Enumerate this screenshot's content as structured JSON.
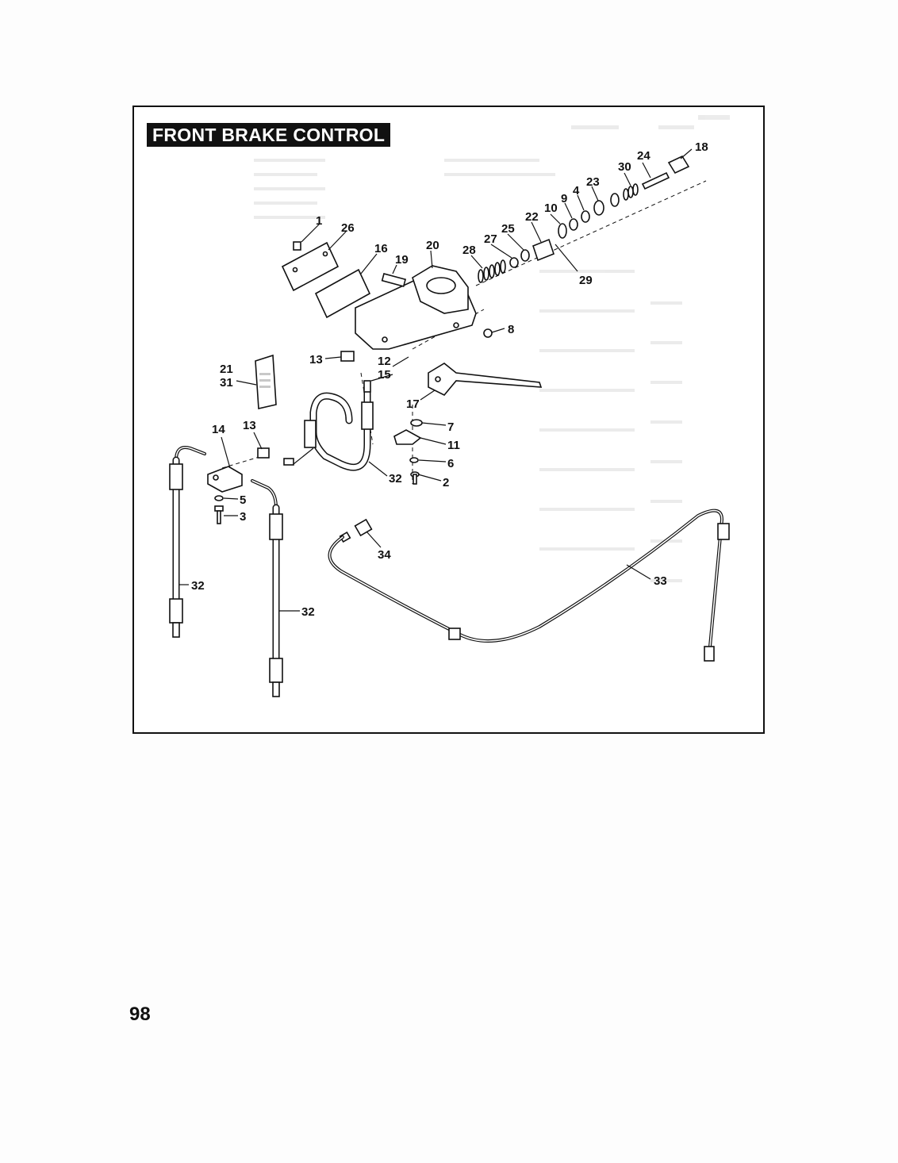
{
  "title": "FRONT BRAKE CONTROL",
  "page_number": "98",
  "callouts": {
    "c1": "1",
    "c26": "26",
    "c16": "16",
    "c19": "19",
    "c20": "20",
    "c28": "28",
    "c27": "27",
    "c25": "25",
    "c22": "22",
    "c10": "10",
    "c9": "9",
    "c4": "4",
    "c23": "23",
    "c30": "30",
    "c24": "24",
    "c18": "18",
    "c29": "29",
    "c8": "8",
    "c13a": "13",
    "c12": "12",
    "c15": "15",
    "c21": "21",
    "c31": "31",
    "c17": "17",
    "c14": "14",
    "c13b": "13",
    "c7": "7",
    "c11": "11",
    "c6": "6",
    "c2": "2",
    "c32a": "32",
    "c5": "5",
    "c3": "3",
    "c34": "34",
    "c33": "33",
    "c32b": "32",
    "c32c": "32"
  },
  "colors": {
    "ink": "#111111",
    "paper": "#ffffff",
    "title_bg": "#111111",
    "title_text": "#ffffff"
  }
}
